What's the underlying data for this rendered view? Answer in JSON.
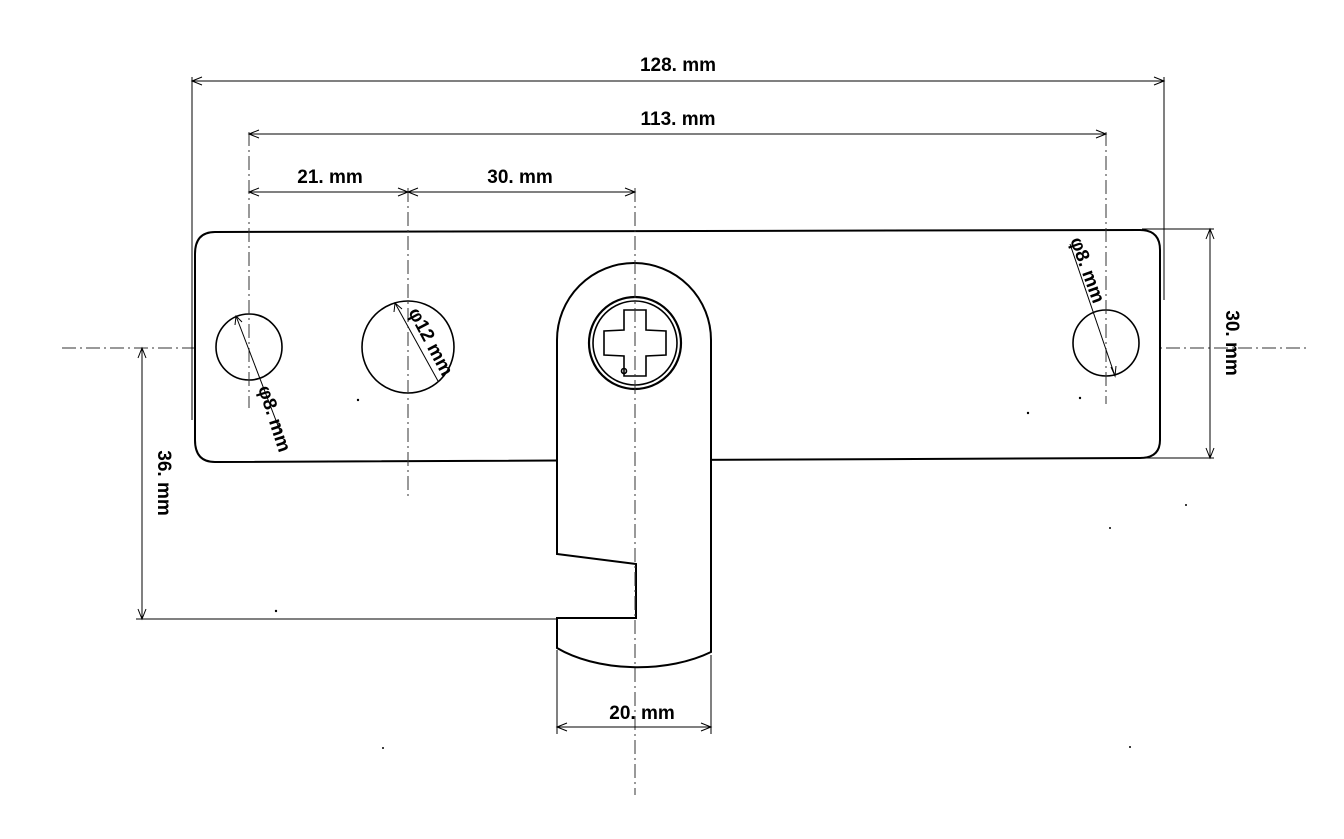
{
  "dimensions": {
    "overall_length": "128. mm",
    "hole_spacing": "113. mm",
    "hole_to_big_hole": "21. mm",
    "big_hole_to_screw": "30. mm",
    "plate_height": "30. mm",
    "latch_drop": "36. mm",
    "latch_width": "20. mm",
    "left_hole_dia": "φ8. mm",
    "big_hole_dia": "φ12 mm",
    "right_hole_dia": "φ8. mm"
  }
}
